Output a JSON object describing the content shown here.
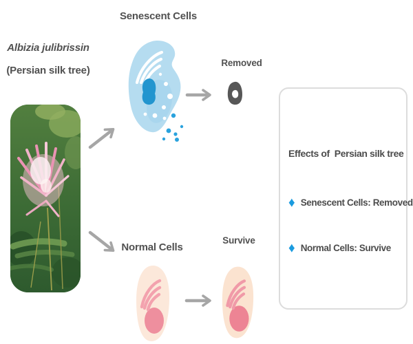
{
  "plant": {
    "latin_name": "Albizia julibrissin",
    "common_name": "(Persian silk tree)"
  },
  "senescent_pathway": {
    "cell_label": "Senescent Cells",
    "outcome_label": "Removed"
  },
  "normal_pathway": {
    "cell_label": "Normal Cells",
    "outcome_label": "Survive"
  },
  "panel": {
    "title": "Effects of  Persian silk tree",
    "bullet_icon": "♦",
    "items": [
      "Senescent Cells: Removed",
      "Normal Cells: Survive"
    ]
  },
  "colors": {
    "accent_blue": "#1a9bdf",
    "senescent_cell_body": "#b5dcf0",
    "senescent_nucleus": "#2295cf",
    "fragment_dots": "#2aa2dd",
    "normal_cell_body": "#fce8da",
    "normal_cell_arcs": "#f3a2ae",
    "normal_nucleus": "#ee8f9e",
    "removed_cell": "#575757",
    "arrow_gray": "#a6a6a6",
    "text_gray": "#4f4f4f",
    "panel_border": "#dcdcdc"
  }
}
